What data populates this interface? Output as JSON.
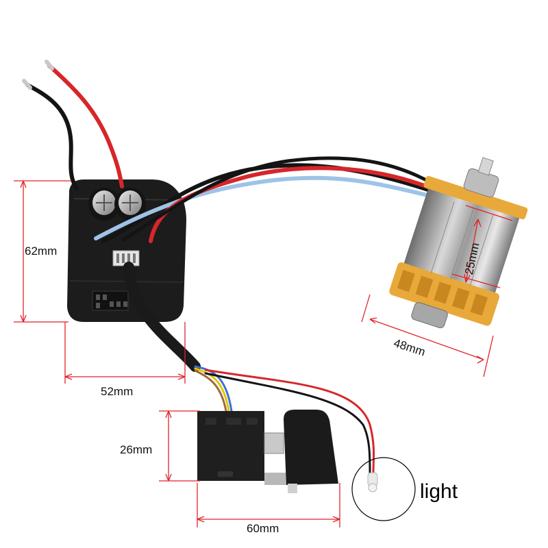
{
  "dimensions": {
    "controller_height": "62mm",
    "controller_width": "52mm",
    "motor_height": "25mm",
    "motor_diameter": "48mm",
    "switch_height": "26mm",
    "switch_width": "60mm"
  },
  "labels": {
    "light": "light"
  },
  "colors": {
    "dimension_line": "#e0222a",
    "controller_body": "#1c1c1c",
    "motor_frame": "#e8a93a",
    "wire_red": "#d7262a",
    "wire_black": "#141414",
    "wire_blue": "#9ec3e6"
  }
}
